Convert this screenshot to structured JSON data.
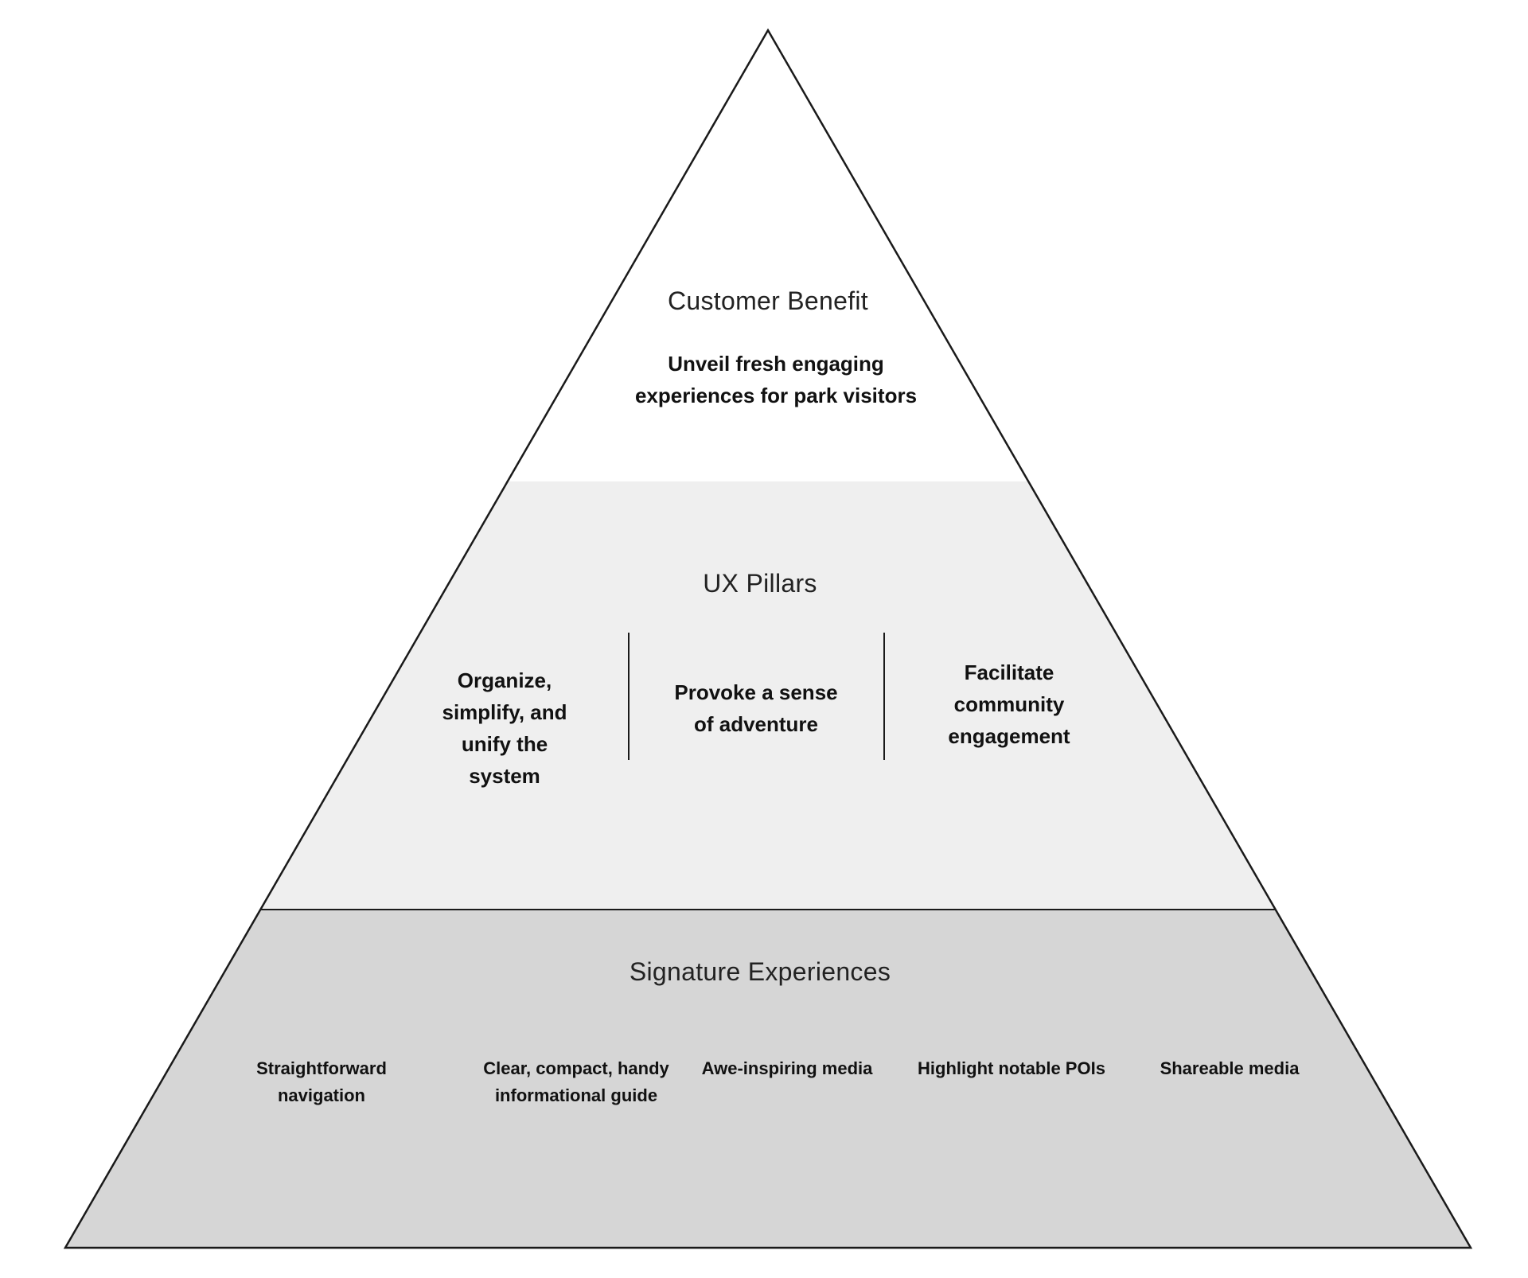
{
  "colors": {
    "top_fill": "#ffffff",
    "middle_fill": "#efefef",
    "bottom_fill": "#d6d6d6",
    "outline": "#1a1a1a"
  },
  "customer_benefit": {
    "title": "Customer Benefit",
    "text": "Unveil fresh engaging experiences for park visitors"
  },
  "ux_pillars": {
    "title": "UX Pillars",
    "items": [
      {
        "text": "Organize, simplify, and unify the system"
      },
      {
        "text": "Provoke a sense of adventure"
      },
      {
        "text": "Facilitate community engagement"
      }
    ]
  },
  "signature_experiences": {
    "title": "Signature Experiences",
    "items": [
      {
        "text": "Straightforward navigation"
      },
      {
        "text": "Clear, compact, handy informational guide"
      },
      {
        "text": "Awe-inspiring media"
      },
      {
        "text": "Highlight notable POIs"
      },
      {
        "text": "Shareable media"
      }
    ]
  }
}
